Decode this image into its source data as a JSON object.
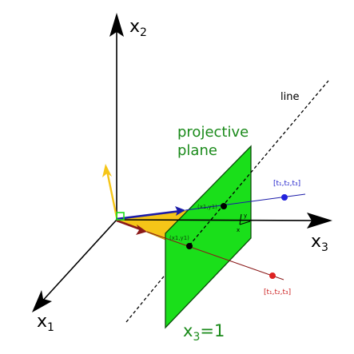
{
  "labels": {
    "x2": "x",
    "x2_sub": "2",
    "x1": "x",
    "x1_sub": "1",
    "x3": "x",
    "x3_sub": "3",
    "line": "line",
    "projective_plane_1": "projective",
    "projective_plane_2": "plane",
    "plane_eq_x": "x",
    "plane_eq_sub": "3",
    "plane_eq_rest": "=1",
    "blue_point_label": "[t₁,t₂,t₃]",
    "red_point_label": "[t₁,t₂,t₃]",
    "upper_intersection": "(x1,y1)",
    "lower_intersection": "(x1,y1)",
    "local_y": "y",
    "local_x": "x"
  },
  "colors": {
    "axis": "#000000",
    "plane_fill": "#1adf1a",
    "plane_edge": "#0a5a0a",
    "plane_text": "#1a8a1a",
    "wedge": "#f5c518",
    "blue": "#1a1aa8",
    "blue_point": "#2222dd",
    "red": "#8b1a1a",
    "red_point": "#dd2222",
    "origin_square": "#1adf1a"
  }
}
